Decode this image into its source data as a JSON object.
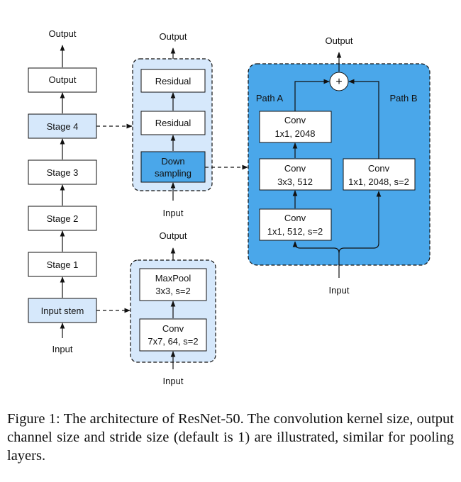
{
  "colors": {
    "light_fill": "#d6e8fb",
    "accent_fill": "#4aa7ea",
    "box_fill": "#ffffff"
  },
  "main_column": {
    "output_top": "Output",
    "output": "Output",
    "stage4": "Stage 4",
    "stage3": "Stage 3",
    "stage2": "Stage 2",
    "stage1": "Stage 1",
    "input_stem": "Input stem",
    "input": "Input"
  },
  "stage_detail": {
    "output": "Output",
    "residual_1": "Residual",
    "residual_2": "Residual",
    "down_line1": "Down",
    "down_line2": "sampling",
    "input": "Input"
  },
  "stem_detail": {
    "output": "Output",
    "maxpool_line1": "MaxPool",
    "maxpool_line2": "3x3, s=2",
    "conv_line1": "Conv",
    "conv_line2": "7x7, 64, s=2",
    "input": "Input"
  },
  "downsampling_detail": {
    "output": "Output",
    "plus": "+",
    "path_a": "Path A",
    "path_b": "Path B",
    "conv_a3_line1": "Conv",
    "conv_a3_line2": "1x1, 2048",
    "conv_a2_line1": "Conv",
    "conv_a2_line2": "3x3, 512",
    "conv_a1_line1": "Conv",
    "conv_a1_line2": "1x1, 512, s=2",
    "conv_b_line1": "Conv",
    "conv_b_line2": "1x1, 2048, s=2",
    "input": "Input"
  },
  "caption": "Figure 1: The architecture of ResNet-50. The convolution kernel size, output channel size and stride size (default is 1) are illustrated, similar for pooling layers."
}
